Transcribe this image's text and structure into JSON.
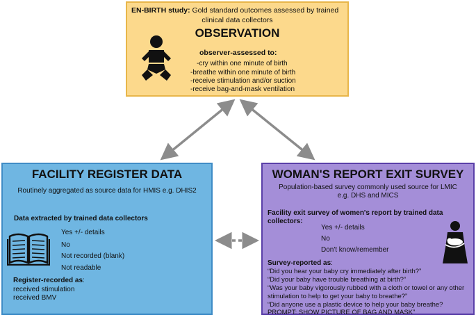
{
  "observation": {
    "study_label": "EN-BIRTH study:",
    "study_desc_1": "Gold standard outcomes assessed by  trained",
    "study_desc_2": "clinical data collectors",
    "title": "OBSERVATION",
    "subtitle": "observer-assessed to:",
    "items": [
      "-cry within one minute of birth",
      "-breathe within one minute of birth",
      "-receive stimulation and/or suction",
      "-receive bag-and-mask ventilation"
    ],
    "icon": "baby-icon",
    "color": "#fcd98c"
  },
  "facility": {
    "title": "FACILITY REGISTER DATA",
    "desc": "Routinely aggregated as source data for HMIS e.g. DHIS2",
    "extract_heading": "Data extracted by trained data collectors",
    "options": [
      "Yes +/- details",
      "No",
      "Not recorded (blank)",
      "Not readable"
    ],
    "recorded_label": "Register-recorded as",
    "recorded_colon": ":",
    "recorded_items": [
      "received stimulation",
      "received BMV"
    ],
    "icon": "open-book-icon",
    "color": "#6fb6e2"
  },
  "woman": {
    "title": "WOMAN'S REPORT EXIT SURVEY",
    "desc_1": "Population-based survey commonly used source for LMIC",
    "desc_2": "e.g. DHS and MICS",
    "exit_heading_1": "Facility exit survey of women's report by trained data",
    "exit_heading_2": "collectors:",
    "options": [
      "Yes +/- details",
      "No",
      "Don't know/remember"
    ],
    "survey_label": "Survey-reported as",
    "survey_colon": ":",
    "survey_lines": [
      "“Did you hear your baby cry immediately after birth?”",
      "“Did your baby have trouble breathing at birth?”",
      "“Was your baby vigorously rubbed with a cloth or towel or any other",
      "stimulation to help to get your baby to breathe?”",
      "“Did anyone use a plastic device to help your baby breathe?",
      "PROMPT: SHOW PICTURE OF BAG AND MASK”"
    ],
    "icon": "mother-holding-baby-icon",
    "color": "#a48ed8"
  }
}
